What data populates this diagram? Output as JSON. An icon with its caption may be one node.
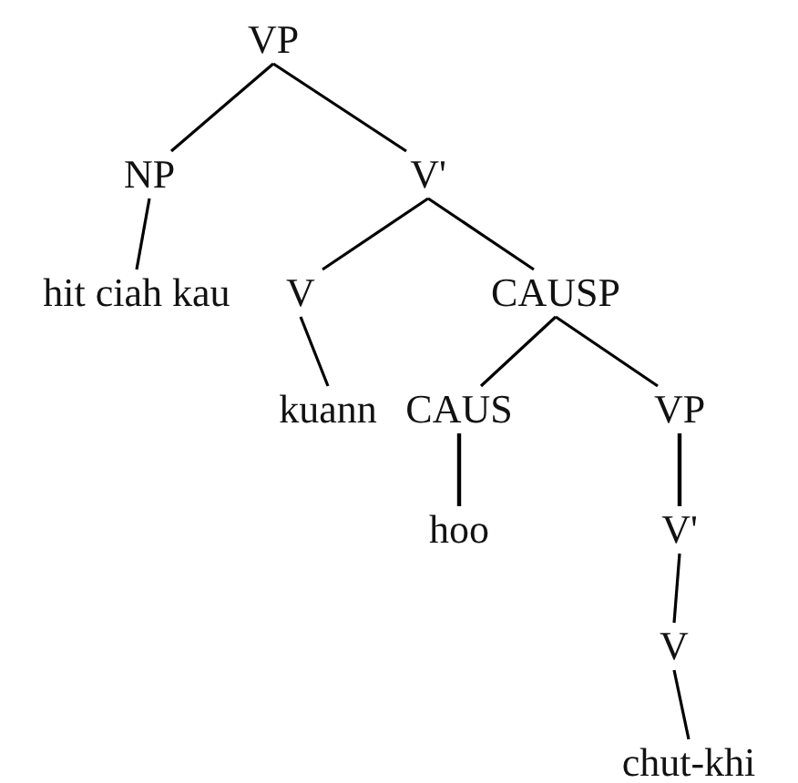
{
  "diagram": {
    "nodes": [
      {
        "text": [
          "VP"
        ]
      },
      {
        "text": [
          "NP"
        ]
      },
      {
        "text": [
          "V'"
        ]
      },
      {
        "text": [
          "hit ciah kau"
        ]
      },
      {
        "text": [
          "V"
        ]
      },
      {
        "text": [
          "CAUSP"
        ]
      },
      {
        "text": [
          "kuann"
        ]
      },
      {
        "text": [
          "CAUS"
        ]
      },
      {
        "text": [
          "VP"
        ]
      },
      {
        "text": [
          "hoo"
        ]
      },
      {
        "text": [
          "V'"
        ]
      },
      {
        "text": [
          "V"
        ]
      },
      {
        "text": [
          "chut-khi"
        ]
      }
    ],
    "edges": [
      {
        "from": 0,
        "to": 1,
        "arrow": "none"
      },
      {
        "from": 0,
        "to": 2,
        "arrow": "none"
      },
      {
        "from": 1,
        "to": 3,
        "arrow": "none"
      },
      {
        "from": 2,
        "to": 4,
        "arrow": "none"
      },
      {
        "from": 2,
        "to": 5,
        "arrow": "none"
      },
      {
        "from": 4,
        "to": 6,
        "arrow": "none"
      },
      {
        "from": 5,
        "to": 7,
        "arrow": "none"
      },
      {
        "from": 5,
        "to": 8,
        "arrow": "none"
      },
      {
        "from": 7,
        "to": 9,
        "arrow": "none"
      },
      {
        "from": 8,
        "to": 10,
        "arrow": "none"
      },
      {
        "from": 10,
        "to": 11,
        "arrow": "none"
      },
      {
        "from": 11,
        "to": 12,
        "arrow": "none"
      }
    ]
  }
}
